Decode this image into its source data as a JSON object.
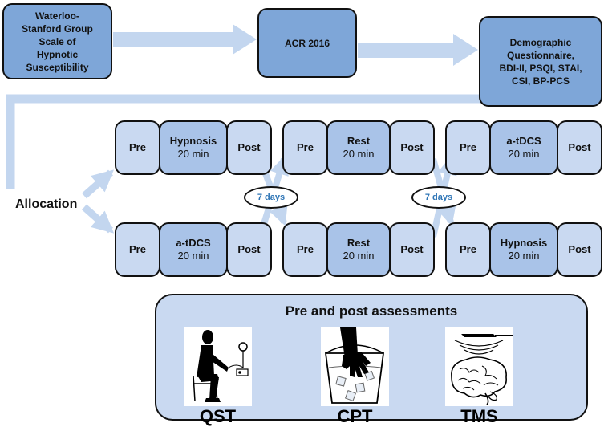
{
  "top_row": {
    "waterloo": "Waterloo-\nStanford Group\nScale of\nHypnotic\nSusceptibility",
    "acr": "ACR 2016",
    "demographic": "Demographic\nQuestionnaire,\nBDI-II, PSQI, STAI,\nCSI, BP-PCS"
  },
  "allocation_label": "Allocation",
  "row1": [
    {
      "pre": "Pre",
      "intervention": "Hypnosis",
      "duration": "20 min",
      "post": "Post"
    },
    {
      "pre": "Pre",
      "intervention": "Rest",
      "duration": "20 min",
      "post": "Post"
    },
    {
      "pre": "Pre",
      "intervention": "a-tDCS",
      "duration": "20 min",
      "post": "Post"
    }
  ],
  "row2": [
    {
      "pre": "Pre",
      "intervention": "a-tDCS",
      "duration": "20 min",
      "post": "Post"
    },
    {
      "pre": "Pre",
      "intervention": "Rest",
      "duration": "20 min",
      "post": "Post"
    },
    {
      "pre": "Pre",
      "intervention": "Hypnosis",
      "duration": "20 min",
      "post": "Post"
    }
  ],
  "washout": [
    "7 days",
    "7 days"
  ],
  "assessments": {
    "title": "Pre and post assessments",
    "items": [
      {
        "label": "QST",
        "icon": "person-with-qst-device-icon"
      },
      {
        "label": "CPT",
        "icon": "hand-in-ice-bucket-icon"
      },
      {
        "label": "TMS",
        "icon": "brain-with-coil-icon"
      }
    ]
  },
  "colors": {
    "dark": "#7ea6d8",
    "mid": "#a9c3e8",
    "light": "#c9d9f1",
    "arrow": "#c3d6ef",
    "days_text": "#2e75b6"
  }
}
